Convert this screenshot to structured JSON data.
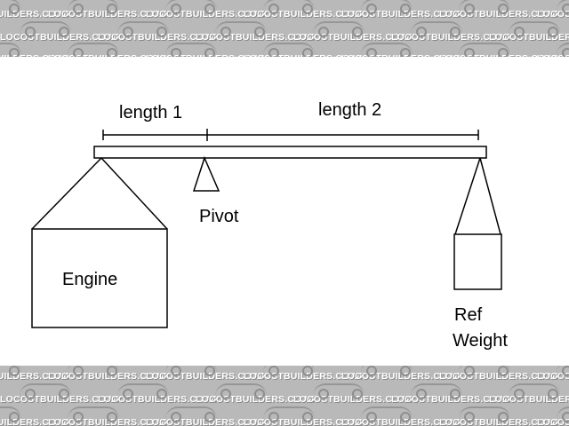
{
  "watermark": {
    "text": "LOCOSTBUILDERS.CO.UK",
    "band_color": "#b9b9b9",
    "text_color": "#ffffff"
  },
  "diagram": {
    "labels": {
      "length1": "length 1",
      "length2": "length 2",
      "pivot": "Pivot",
      "engine": "Engine",
      "ref_weight_line1": "Ref",
      "ref_weight_line2": "Weight"
    },
    "line_color": "#000000",
    "background": "#ffffff"
  }
}
